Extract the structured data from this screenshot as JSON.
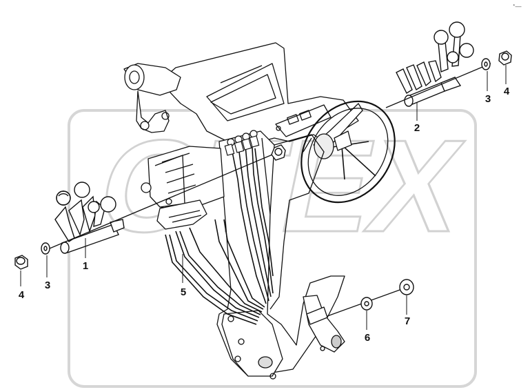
{
  "diagram": {
    "corner_mark": "ᐩ—",
    "watermark": "OTEX",
    "callouts": [
      {
        "id": "1",
        "label": "1"
      },
      {
        "id": "2",
        "label": "2"
      },
      {
        "id": "3a",
        "label": "3"
      },
      {
        "id": "3b",
        "label": "3"
      },
      {
        "id": "4a",
        "label": "4"
      },
      {
        "id": "4b",
        "label": "4"
      },
      {
        "id": "5",
        "label": "5"
      },
      {
        "id": "6",
        "label": "6"
      },
      {
        "id": "7",
        "label": "7"
      }
    ],
    "colors": {
      "line": "#111111",
      "shade": "#9a9a9a",
      "watermark": "#d2d2d2"
    }
  }
}
